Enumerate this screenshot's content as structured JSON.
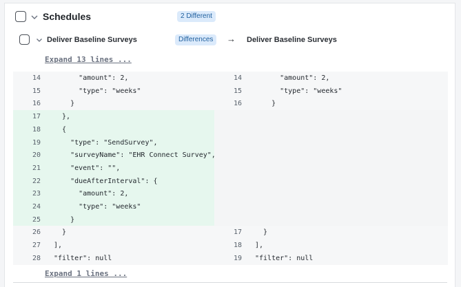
{
  "header": {
    "title": "Schedules",
    "badge": "2 Different"
  },
  "item": {
    "left_title": "Deliver Baseline Surveys",
    "badge": "Differences",
    "arrow": "→",
    "right_title": "Deliver Baseline Surveys"
  },
  "expand_top": "Expand 13 lines ...",
  "expand_bottom": "Expand 1 lines ...",
  "left_lines": [
    {
      "n": "14",
      "text": "      \"amount\": 2,",
      "kind": "ctx"
    },
    {
      "n": "15",
      "text": "      \"type\": \"weeks\"",
      "kind": "ctx"
    },
    {
      "n": "16",
      "text": "    }",
      "kind": "ctx"
    },
    {
      "n": "17",
      "text": "  },",
      "kind": "add"
    },
    {
      "n": "18",
      "text": "  {",
      "kind": "add"
    },
    {
      "n": "19",
      "text": "    \"type\": \"SendSurvey\",",
      "kind": "add"
    },
    {
      "n": "20",
      "text": "    \"surveyName\": \"EHR Connect Survey\",",
      "kind": "add"
    },
    {
      "n": "21",
      "text": "    \"event\": \"\",",
      "kind": "add"
    },
    {
      "n": "22",
      "text": "    \"dueAfterInterval\": {",
      "kind": "add"
    },
    {
      "n": "23",
      "text": "      \"amount\": 2,",
      "kind": "add"
    },
    {
      "n": "24",
      "text": "      \"type\": \"weeks\"",
      "kind": "add"
    },
    {
      "n": "25",
      "text": "    }",
      "kind": "add"
    },
    {
      "n": "26",
      "text": "  }",
      "kind": "ctx"
    },
    {
      "n": "27",
      "text": "],",
      "kind": "ctx"
    },
    {
      "n": "28",
      "text": "\"filter\": null",
      "kind": "ctx"
    }
  ],
  "right_lines": [
    {
      "n": "14",
      "text": "      \"amount\": 2,",
      "kind": "ctx"
    },
    {
      "n": "15",
      "text": "      \"type\": \"weeks\"",
      "kind": "ctx"
    },
    {
      "n": "16",
      "text": "    }",
      "kind": "ctx"
    },
    {
      "n": "",
      "text": "",
      "kind": "empty"
    },
    {
      "n": "",
      "text": "",
      "kind": "empty"
    },
    {
      "n": "",
      "text": "",
      "kind": "empty"
    },
    {
      "n": "",
      "text": "",
      "kind": "empty"
    },
    {
      "n": "",
      "text": "",
      "kind": "empty"
    },
    {
      "n": "",
      "text": "",
      "kind": "empty"
    },
    {
      "n": "",
      "text": "",
      "kind": "empty"
    },
    {
      "n": "",
      "text": "",
      "kind": "empty"
    },
    {
      "n": "",
      "text": "",
      "kind": "empty"
    },
    {
      "n": "17",
      "text": "  }",
      "kind": "ctx"
    },
    {
      "n": "18",
      "text": "],",
      "kind": "ctx"
    },
    {
      "n": "19",
      "text": "\"filter\": null",
      "kind": "ctx"
    }
  ]
}
